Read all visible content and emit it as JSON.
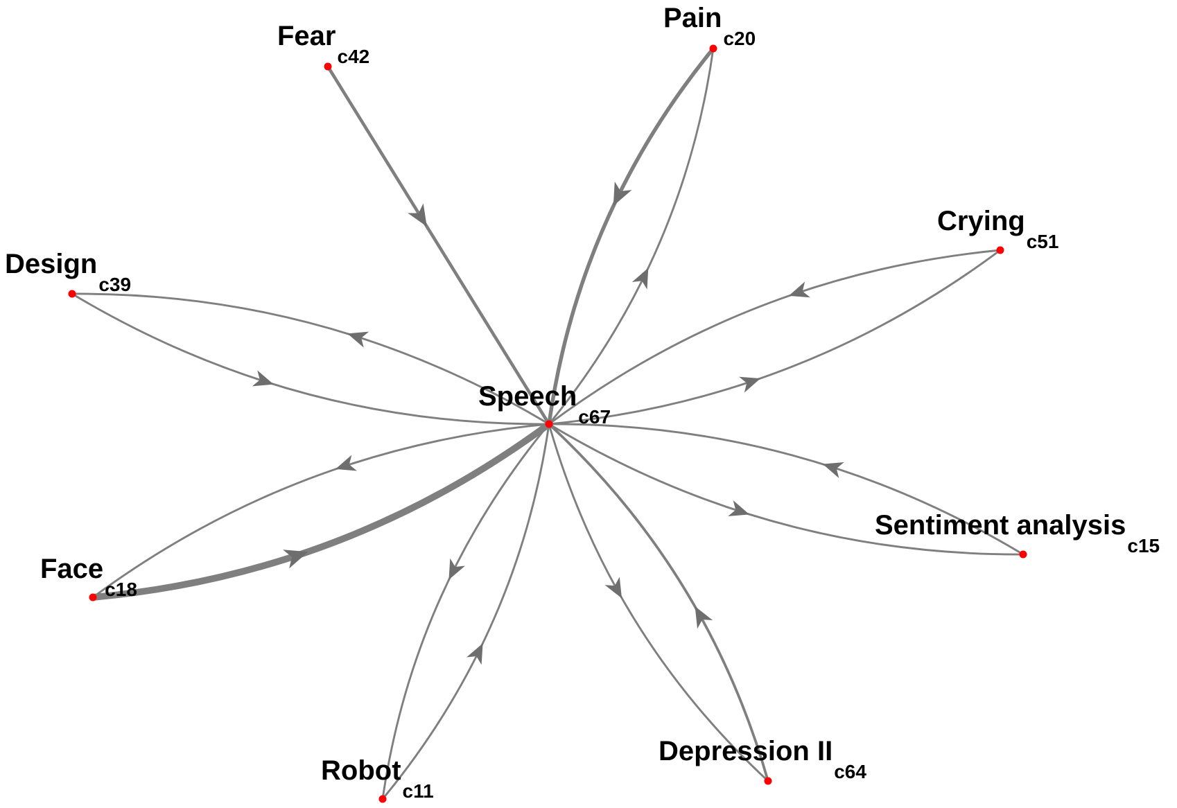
{
  "nodes": [
    {
      "id": "speech",
      "name": "Speech",
      "sub": "c67"
    },
    {
      "id": "fear",
      "name": "Fear",
      "sub": "c42"
    },
    {
      "id": "pain",
      "name": "Pain",
      "sub": "c20"
    },
    {
      "id": "crying",
      "name": "Crying",
      "sub": "c51"
    },
    {
      "id": "design",
      "name": "Design",
      "sub": "c39"
    },
    {
      "id": "sentiment",
      "name": "Sentiment analysis",
      "sub": "c15"
    },
    {
      "id": "face",
      "name": "Face",
      "sub": "c18"
    },
    {
      "id": "robot",
      "name": "Robot",
      "sub": "c11"
    },
    {
      "id": "depression",
      "name": "Depression II",
      "sub": "c64"
    }
  ],
  "edges": [
    {
      "from": "fear",
      "to": "speech",
      "weight": 4
    },
    {
      "from": "pain",
      "to": "speech",
      "weight": 5
    },
    {
      "from": "speech",
      "to": "pain",
      "weight": 2
    },
    {
      "from": "crying",
      "to": "speech",
      "weight": 2
    },
    {
      "from": "speech",
      "to": "crying",
      "weight": 2
    },
    {
      "from": "speech",
      "to": "design",
      "weight": 2
    },
    {
      "from": "design",
      "to": "speech",
      "weight": 2
    },
    {
      "from": "sentiment",
      "to": "speech",
      "weight": 2
    },
    {
      "from": "speech",
      "to": "sentiment",
      "weight": 2
    },
    {
      "from": "speech",
      "to": "face",
      "weight": 2
    },
    {
      "from": "face",
      "to": "speech",
      "weight": 10
    },
    {
      "from": "speech",
      "to": "robot",
      "weight": 2
    },
    {
      "from": "robot",
      "to": "speech",
      "weight": 2
    },
    {
      "from": "speech",
      "to": "depression",
      "weight": 2
    },
    {
      "from": "depression",
      "to": "speech",
      "weight": 3
    }
  ]
}
